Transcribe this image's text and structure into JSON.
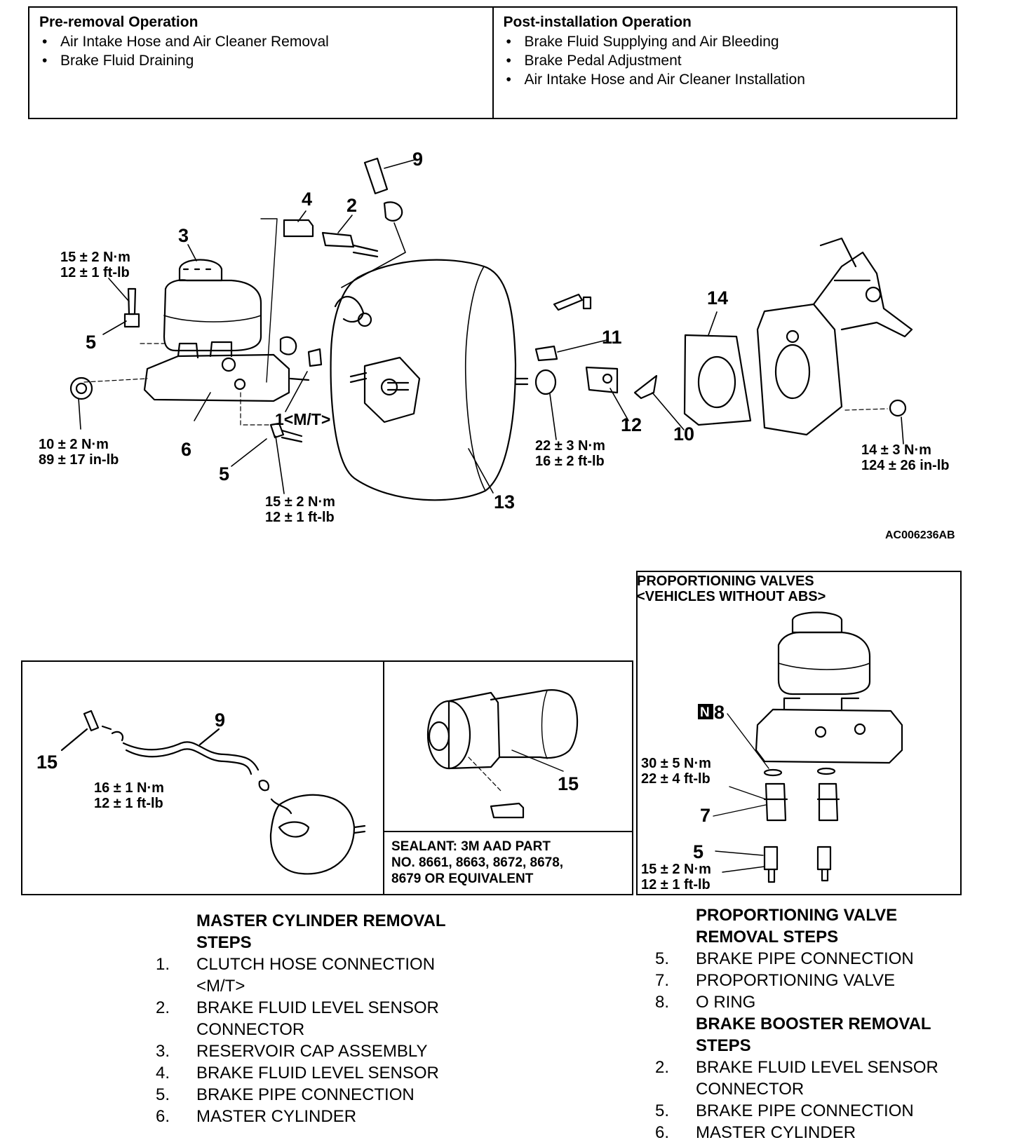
{
  "operations": {
    "pre": {
      "title": "Pre-removal Operation",
      "items": [
        "Air Intake Hose and Air Cleaner Removal",
        "Brake Fluid Draining"
      ]
    },
    "post": {
      "title": "Post-installation Operation",
      "items": [
        "Brake Fluid Supplying and Air Bleeding",
        "Brake Pedal Adjustment",
        "Air Intake Hose and Air Cleaner Installation"
      ]
    }
  },
  "main_diagram": {
    "figure_code": "AC006236AB",
    "callouts": {
      "c1": "1<M/T>",
      "c2": "2",
      "c3": "3",
      "c4": "4",
      "c5a": "5",
      "c5b": "5",
      "c6": "6",
      "c9": "9",
      "c10": "10",
      "c11": "11",
      "c12": "12",
      "c13": "13",
      "c14": "14"
    },
    "torques": {
      "t5a_nm": "15 ± 2 N·m",
      "t5a_ft": "12 ± 1 ft-lb",
      "t10_nm": "10 ± 2 N·m",
      "t10_in": "89 ± 17 in-lb",
      "t5b_nm": "15 ± 2 N·m",
      "t5b_ft": "12 ± 1 ft-lb",
      "t11_nm": "22 ± 3 N·m",
      "t11_ft": "16 ± 2 ft-lb",
      "t14_nm": "14 ± 3 N·m",
      "t14_in": "124 ± 26 in-lb"
    }
  },
  "vacuum_hose_panel": {
    "callouts": {
      "c15": "15",
      "c9": "9"
    },
    "torque_nm": "16 ± 1 N·m",
    "torque_ft": "12 ± 1 ft-lb"
  },
  "sensor_panel": {
    "callout": "15",
    "sealant_lines": [
      "SEALANT: 3M AAD PART",
      "NO. 8661, 8663, 8672, 8678,",
      "8679 OR EQUIVALENT"
    ]
  },
  "proportioning_panel": {
    "title_lines": [
      "PROPORTIONING VALVES",
      "<VEHICLES WITHOUT ABS>"
    ],
    "badge": "N",
    "callouts": {
      "c8": "8",
      "c7": "7",
      "c5": "5"
    },
    "torques": {
      "t7_nm": "30 ± 5 N·m",
      "t7_ft": "22 ± 4 ft-lb",
      "t5_nm": "15 ± 2 N·m",
      "t5_ft": "12 ± 1 ft-lb"
    }
  },
  "master_cylinder_steps": {
    "heading_lines": [
      "MASTER CYLINDER REMOVAL",
      "STEPS"
    ],
    "steps": [
      {
        "num": "1.",
        "lines": [
          "CLUTCH HOSE CONNECTION",
          "<M/T>"
        ]
      },
      {
        "num": "2.",
        "lines": [
          "BRAKE FLUID LEVEL SENSOR",
          "CONNECTOR"
        ]
      },
      {
        "num": "3.",
        "lines": [
          "RESERVOIR CAP ASSEMBLY"
        ]
      },
      {
        "num": "4.",
        "lines": [
          "BRAKE FLUID LEVEL SENSOR"
        ]
      },
      {
        "num": "5.",
        "lines": [
          "BRAKE PIPE CONNECTION"
        ]
      },
      {
        "num": "6.",
        "lines": [
          "MASTER CYLINDER"
        ]
      }
    ]
  },
  "proportioning_steps": {
    "heading_lines": [
      "PROPORTIONING VALVE",
      "REMOVAL STEPS"
    ],
    "steps": [
      {
        "num": "5.",
        "lines": [
          "BRAKE PIPE CONNECTION"
        ]
      },
      {
        "num": "7.",
        "lines": [
          "PROPORTIONING VALVE"
        ]
      },
      {
        "num": "8.",
        "lines": [
          "O RING"
        ]
      }
    ]
  },
  "booster_steps": {
    "heading_lines": [
      "BRAKE BOOSTER REMOVAL",
      "STEPS"
    ],
    "steps": [
      {
        "num": "2.",
        "lines": [
          "BRAKE FLUID LEVEL SENSOR",
          "CONNECTOR"
        ]
      },
      {
        "num": "5.",
        "lines": [
          "BRAKE PIPE CONNECTION"
        ]
      },
      {
        "num": "6.",
        "lines": [
          "MASTER CYLINDER"
        ]
      }
    ]
  }
}
